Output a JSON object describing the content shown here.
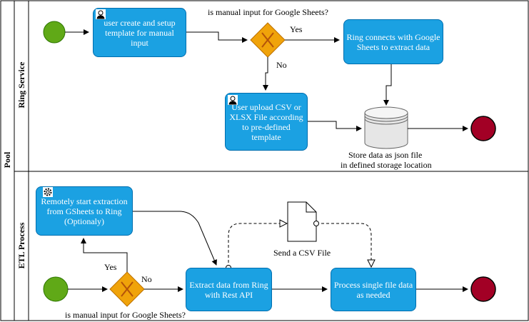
{
  "pool": {
    "label": "Pool"
  },
  "lanes": [
    {
      "label": "Ring Service"
    },
    {
      "label": "ETL Process"
    }
  ],
  "tasks": {
    "setup_template": "user create and setup template for manual input",
    "ring_connects": "Ring connects with Google Sheets to extract data",
    "user_upload": "User upload CSV or XLSX File according to pre-defined template",
    "remote_start": "Remotely start extraction from GSheets to Ring (Optionaly)",
    "extract_data": "Extract data from Ring with Rest API",
    "process_file": "Process single file data as needed"
  },
  "gateways": {
    "top_question": "is manual input for Google Sheets?",
    "top_yes": "Yes",
    "top_no": "No",
    "bottom_question": "is manual input for Google Sheets?",
    "bottom_yes": "Yes",
    "bottom_no": "No"
  },
  "datastore": {
    "label_line1": "Store data as json file",
    "label_line2": "in defined storage location"
  },
  "message": {
    "label": "Send a CSV File"
  },
  "colors": {
    "task_fill": "#1ba1e2",
    "task_stroke": "#006eaf",
    "start_fill": "#60a917",
    "end_fill": "#a20025",
    "gateway_fill": "#f0a30a",
    "gateway_x": "#b45309"
  }
}
